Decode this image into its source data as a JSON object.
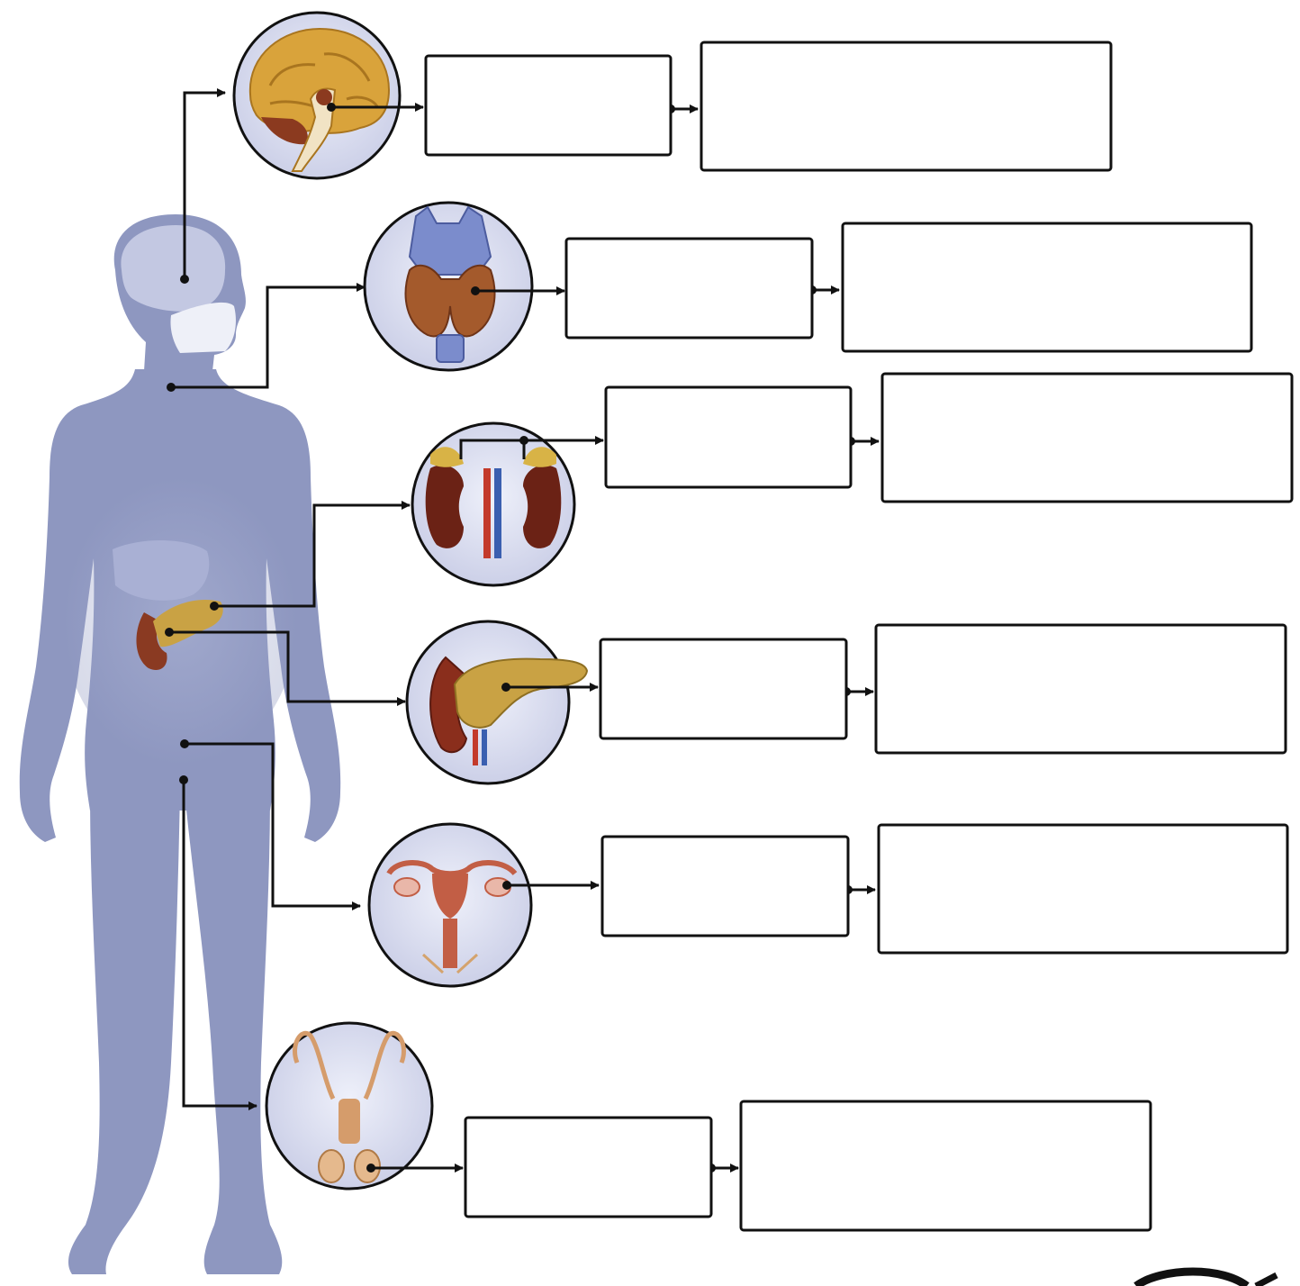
{
  "colors": {
    "body_silhouette": "#8e97c0",
    "body_highlight": "#b5bddd",
    "organ_circle_fill": "#dde0f1",
    "brain": "#d9a33b",
    "thyroid": "#a45a2c",
    "thyroid_cartilage": "#7b8ccc",
    "kidney": "#6b2215",
    "adrenal": "#d8b346",
    "pancreas": "#caa64a",
    "uterus": "#c25e45",
    "testes": "#d59c6b",
    "line": "#111111"
  },
  "glands": [
    {
      "id": "brain",
      "organ_icon": "brain-icon",
      "hormone": "",
      "function": ""
    },
    {
      "id": "thyroid",
      "organ_icon": "thyroid-icon",
      "hormone": "",
      "function": ""
    },
    {
      "id": "adrenal",
      "organ_icon": "kidney-adrenal-icon",
      "hormone": "",
      "function": ""
    },
    {
      "id": "pancreas",
      "organ_icon": "pancreas-icon",
      "hormone": "",
      "function": ""
    },
    {
      "id": "ovary",
      "organ_icon": "uterus-ovary-icon",
      "hormone": "",
      "function": ""
    },
    {
      "id": "testes",
      "organ_icon": "testes-icon",
      "hormone": "",
      "function": ""
    }
  ]
}
